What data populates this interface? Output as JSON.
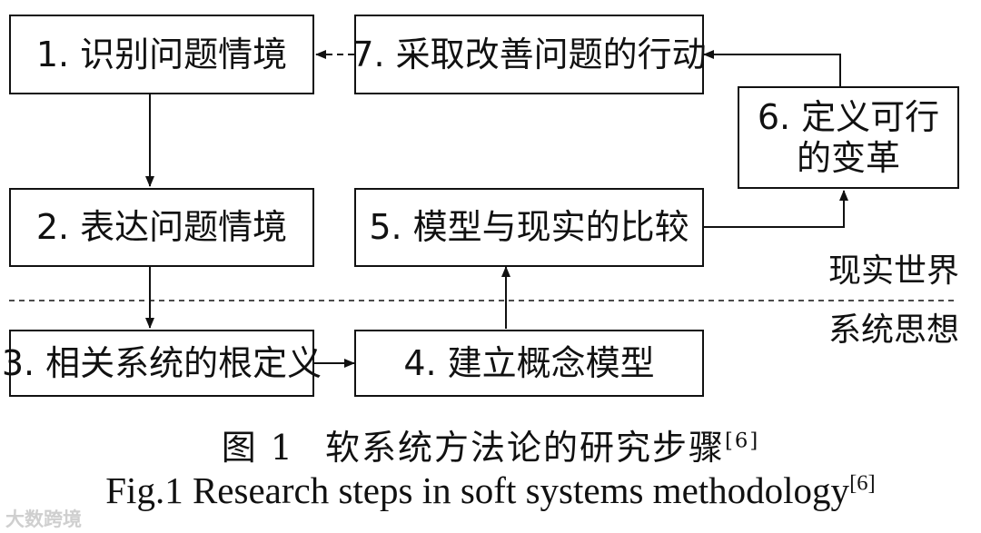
{
  "steps": [
    {
      "id": "1",
      "label": "1. 识别问题情境"
    },
    {
      "id": "2",
      "label": "2. 表达问题情境"
    },
    {
      "id": "3",
      "label": "3. 相关系统的根定义"
    },
    {
      "id": "4",
      "label": "4. 建立概念模型"
    },
    {
      "id": "5",
      "label": "5. 模型与现实的比较"
    },
    {
      "id": "6",
      "label": "6. 定义可行的变革"
    },
    {
      "id": "7",
      "label": "7. 采取改善问题的行动"
    }
  ],
  "regions": {
    "real_world": "现实世界",
    "systems_thinking": "系统思想"
  },
  "caption": {
    "cn_figure": "图 1",
    "cn_title": "软系统方法论的研究步骤",
    "cn_ref": "[6]",
    "en_title": "Fig.1 Research steps in soft systems methodology",
    "en_ref": "[6]"
  },
  "watermark": "大数跨境"
}
